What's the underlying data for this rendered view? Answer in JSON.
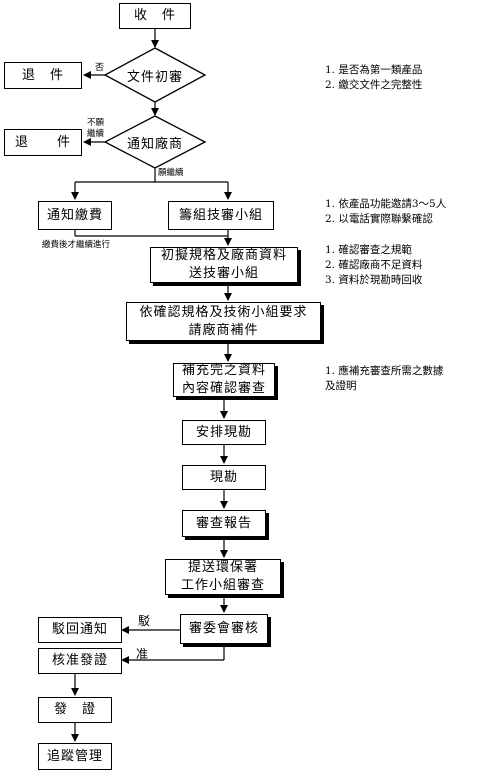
{
  "nodes": {
    "receive": "收　件",
    "initial_review": "文件初審",
    "return1": "退　件",
    "notify_vendor": "通知廠商",
    "return2": "退　　件",
    "notify_fee": "通知繳費",
    "form_team": "籌組技審小組",
    "draft_spec": "初擬規格及廠商資料\n送技審小組",
    "request_docs": "依確認規格及技術小組要求\n請廠商補件",
    "supplement_review": "補充完之資料\n內容確認審查",
    "arrange_visit": "安排現勘",
    "site_visit": "現勘",
    "review_report": "審查報告",
    "submit_epa": "提送環保署\n工作小組審查",
    "committee_review": "審委會審核",
    "rejection_notice": "駁回通知",
    "approve_issue": "核准發證",
    "issue": "發　證",
    "tracking": "追蹤管理"
  },
  "labels": {
    "no": "否",
    "not_continue": "不願\n繼續",
    "willing_continue": "願繼續",
    "after_fee": "繳費後才繼續進行",
    "reject": "駁",
    "approve": "准"
  },
  "notes": {
    "n1": "1. 是否為第一類產品\n2. 繳交文件之完整性",
    "n2": "1. 依產品功能邀請3～5人\n2. 以電話實際聯繫確認",
    "n3": "1. 確認審查之規範\n2. 確認廠商不足資料\n3. 資料於現勘時回收",
    "n4": "1. 應補充審查所需之數據\n    及證明"
  }
}
